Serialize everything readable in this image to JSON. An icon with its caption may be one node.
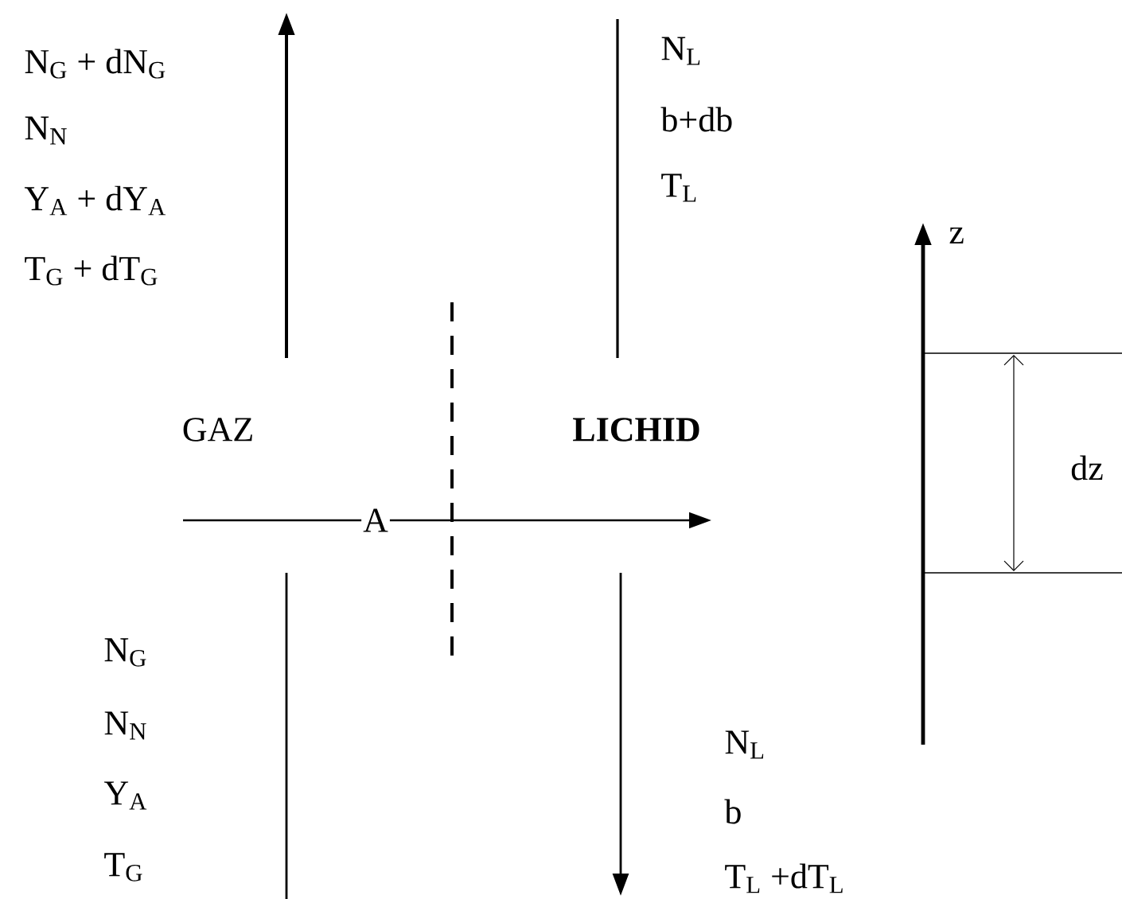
{
  "diagram": {
    "labels": [
      "N$_{G}$ + dN$_{G}$",
      "N$_{N}$",
      "Y$_{A}$ + dY$_{A}$",
      "T$_{G}$ + dT$_{G}$",
      "N$_{L}$",
      "b+db",
      "T$_{L}$",
      "z",
      "GAZ",
      "LICHID",
      "dz",
      "A",
      "N$_{G}$",
      "N$_{N}$",
      "Y$_{A}$",
      "T$_{G}$",
      "N$_{L}$",
      "b",
      "T$_{L}$ +dT$_{L}$"
    ]
  }
}
